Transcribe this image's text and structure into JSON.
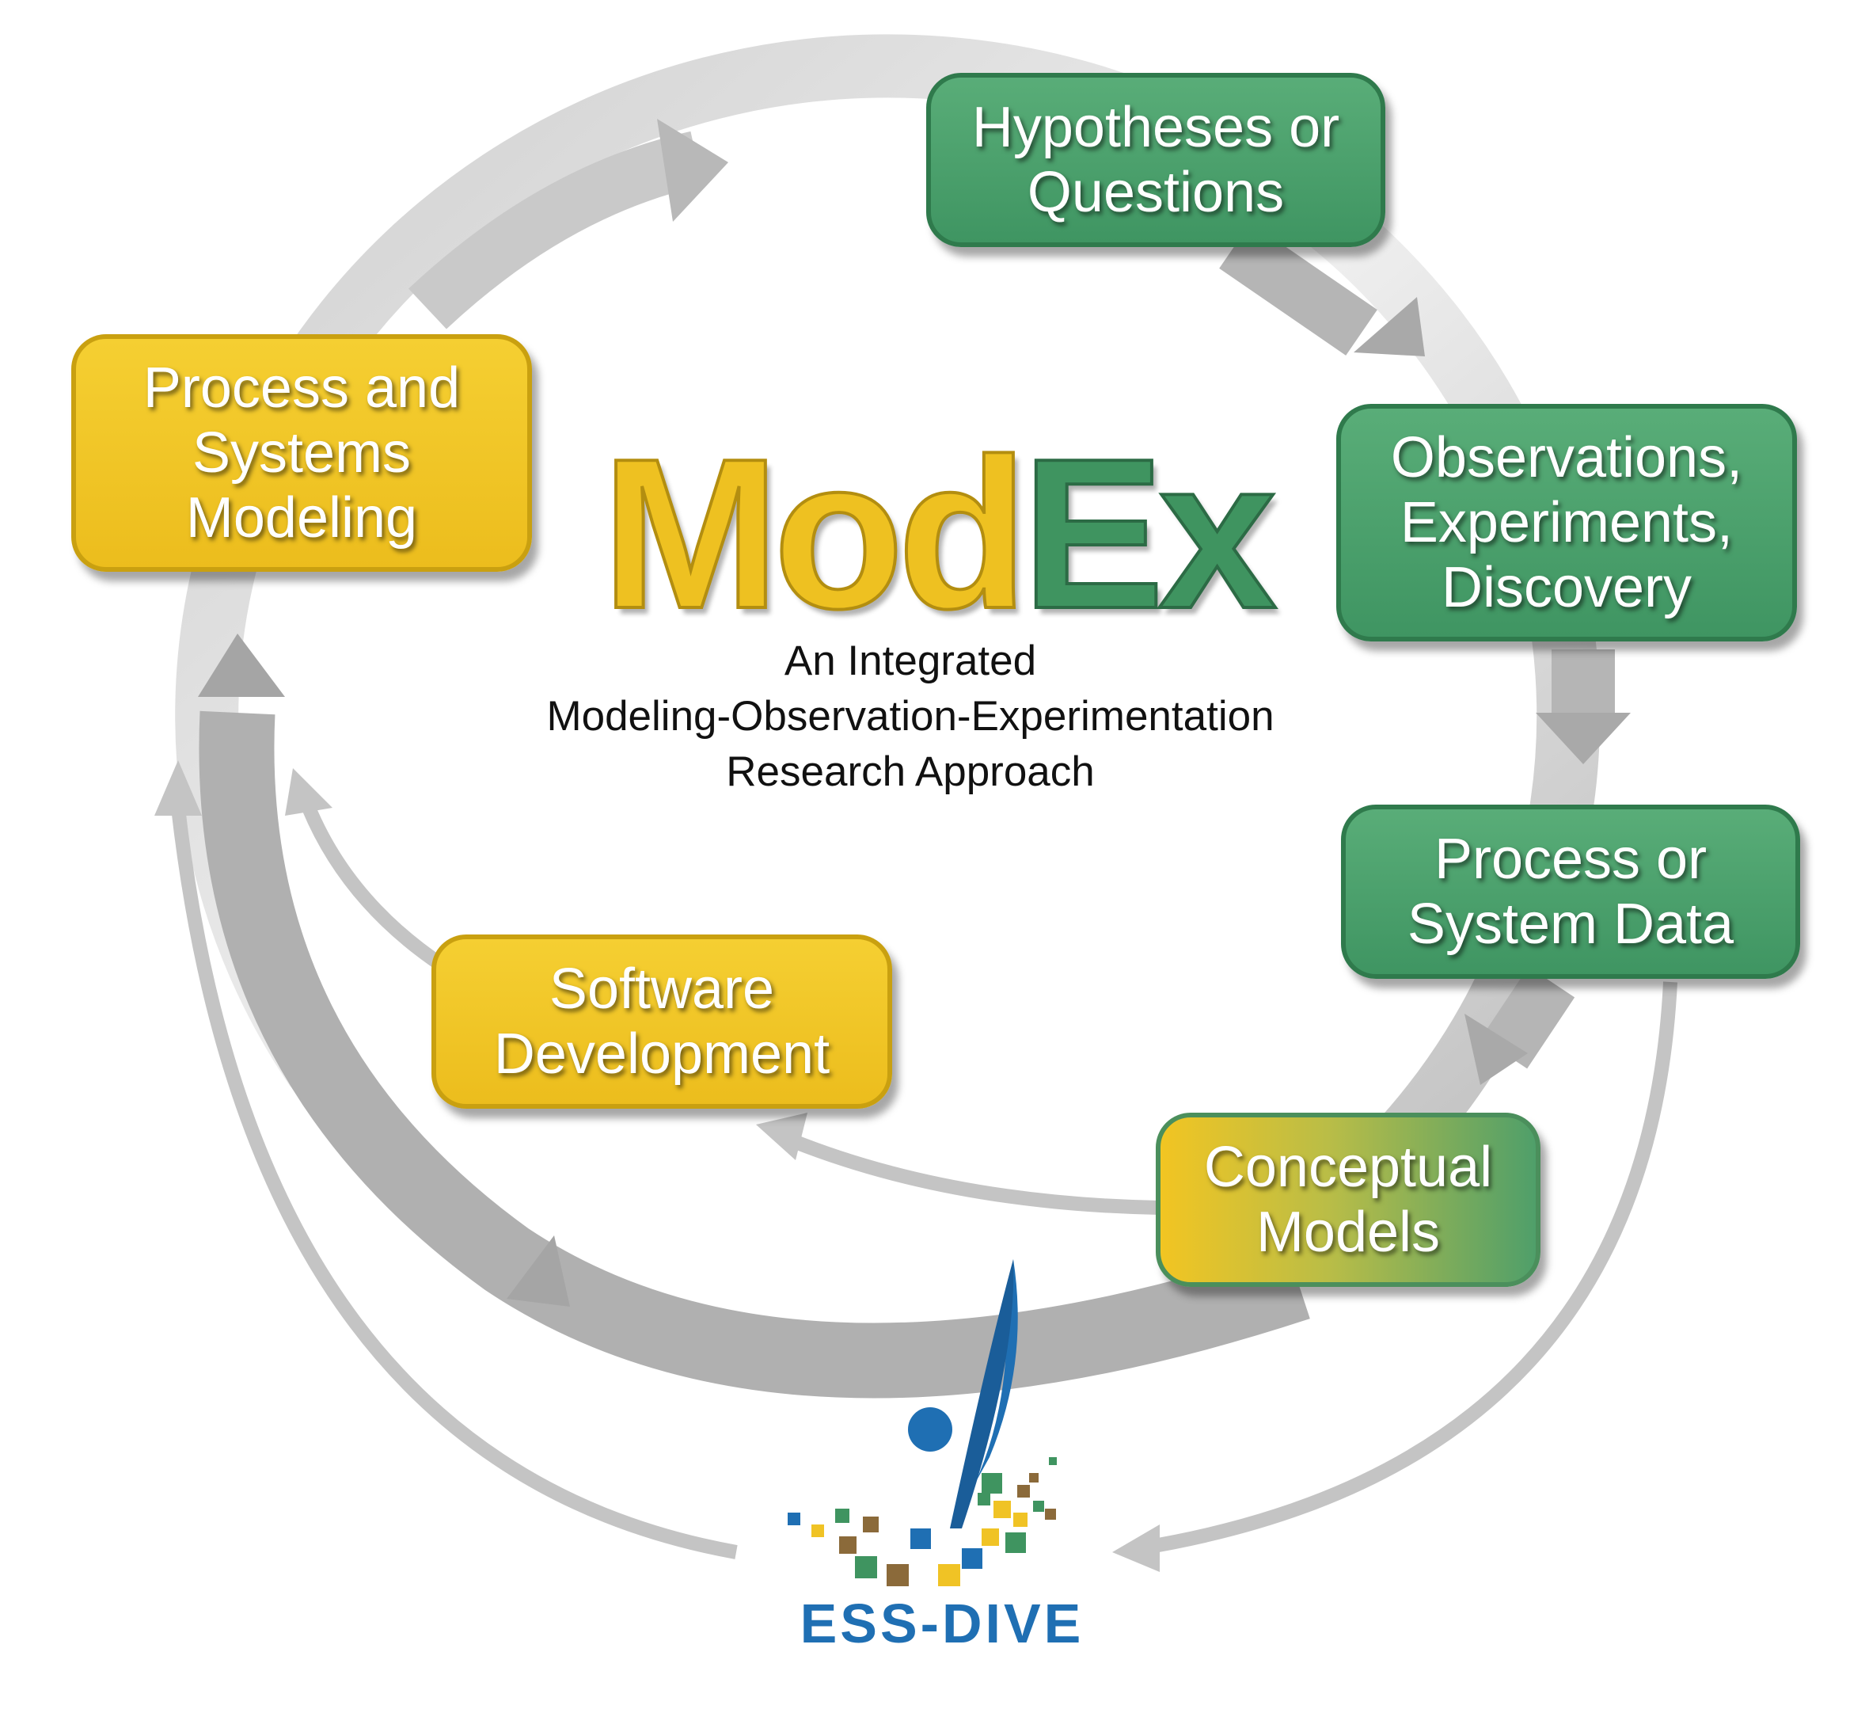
{
  "title": {
    "part1": "Mod",
    "part2": "Ex"
  },
  "subtitle": [
    "An Integrated",
    "Modeling-Observation-Experimentation",
    "Research Approach"
  ],
  "nodes": {
    "hypotheses": "Hypotheses or\nQuestions",
    "observations": "Observations,\nExperiments,\nDiscovery",
    "process_data": "Process or\nSystem Data",
    "conceptual": "Conceptual\nModels",
    "software": "Software\nDevelopment",
    "modeling": "Process and\nSystems\nModeling"
  },
  "logo": {
    "name": "ESS-DIVE",
    "icon": "ess-dive-logo-icon"
  },
  "colors": {
    "green": "#4a9e6b",
    "yellow": "#f0c325",
    "arrow_gray": "#c4c4c4",
    "logo_blue": "#1f6fb3"
  }
}
